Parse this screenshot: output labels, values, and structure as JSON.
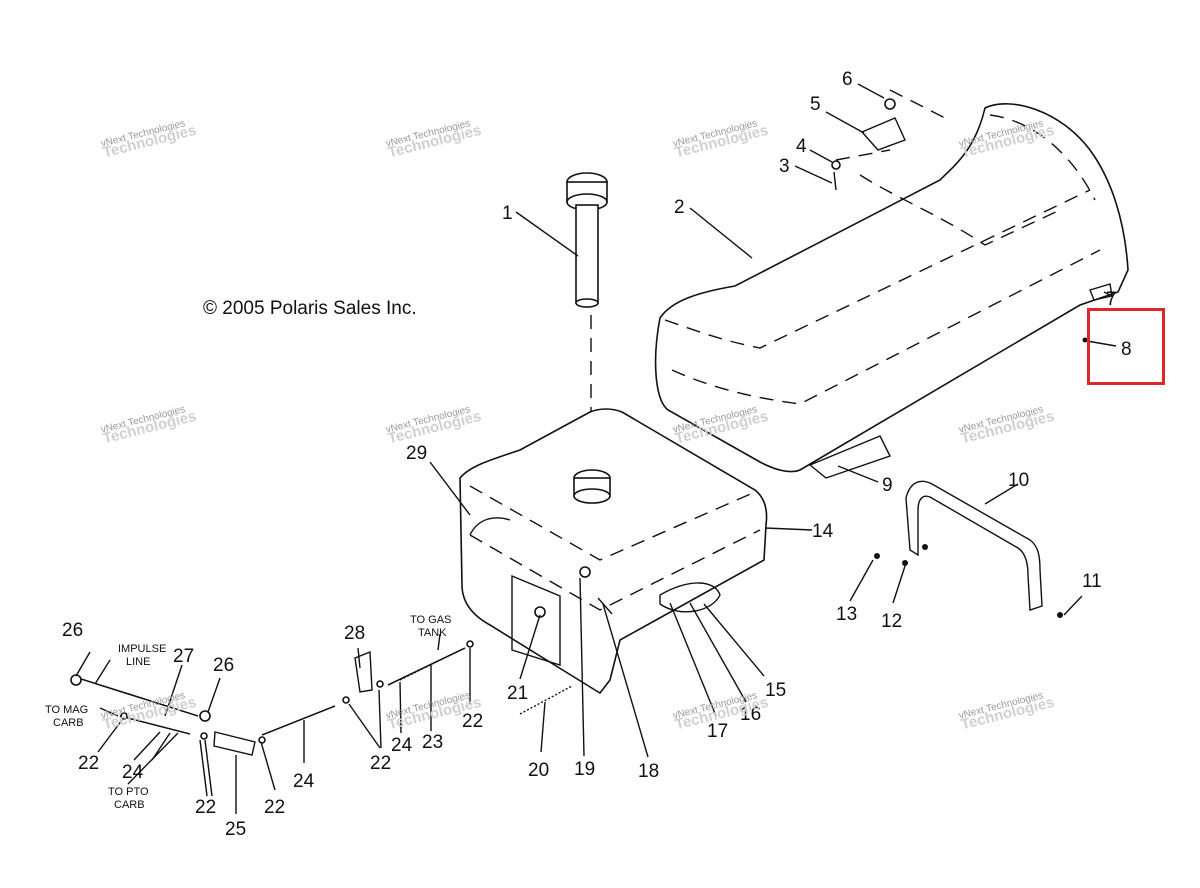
{
  "copyright": "© 2005 Polaris Sales Inc.",
  "watermark": {
    "line1": "vNext Technologies",
    "line2": "Technologies"
  },
  "callouts": {
    "c1": "1",
    "c2": "2",
    "c3": "3",
    "c4": "4",
    "c5": "5",
    "c6": "6",
    "c7": "7",
    "c8": "8",
    "c9": "9",
    "c10": "10",
    "c11": "11",
    "c12": "12",
    "c13": "13",
    "c14": "14",
    "c15": "15",
    "c16": "16",
    "c17": "17",
    "c18": "18",
    "c19": "19",
    "c20": "20",
    "c21": "21",
    "c22": "22",
    "c23": "23",
    "c24": "24",
    "c25": "25",
    "c26": "26",
    "c27": "27",
    "c28": "28",
    "c29": "29"
  },
  "notes": {
    "impulse_line_1": "IMPULSE",
    "impulse_line_2": "LINE",
    "mag_carb_1": "TO MAG",
    "mag_carb_2": "CARB",
    "pto_carb_1": "TO PTO",
    "pto_carb_2": "CARB",
    "gas_tank_1": "TO GAS",
    "gas_tank_2": "TANK"
  },
  "highlight_color": "#e0262b"
}
